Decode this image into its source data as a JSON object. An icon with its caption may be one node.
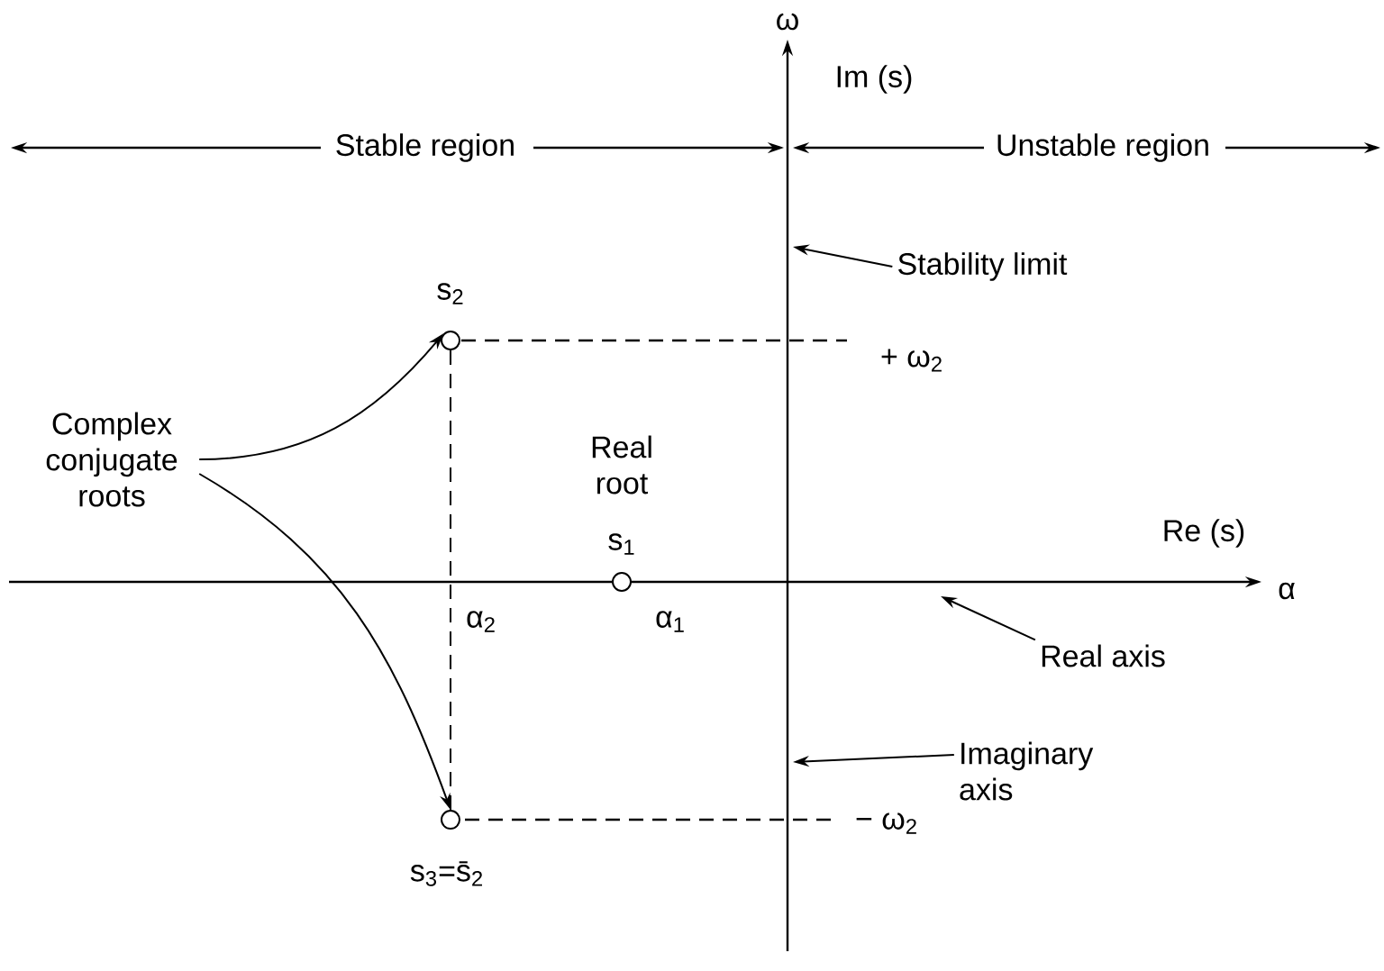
{
  "diagram": {
    "nodes": [
      {
        "text": [
          "Complex conjugate roots"
        ]
      },
      {
        "text": [],
        "shape": "circle",
        "beside": [
          "s$_{2}$"
        ]
      },
      {
        "text": [],
        "shape": "circle",
        "beside": [
          "s$_{3}$=s̄$_{2}$"
        ]
      },
      {
        "text": [],
        "shape": "circle",
        "beside": [
          "Real root",
          "s$_{1}$"
        ]
      },
      {
        "text": [
          "Stability limit"
        ]
      },
      {
        "text": [
          "Real axis"
        ]
      },
      {
        "text": [
          "Imaginary axis"
        ]
      }
    ],
    "edges": [
      {
        "from": 0,
        "to": 1,
        "arrow": "to"
      },
      {
        "from": 0,
        "to": 2,
        "arrow": "to"
      },
      {
        "from": 4,
        "to": null,
        "arrow": "to"
      },
      {
        "from": 5,
        "to": null,
        "arrow": "to"
      },
      {
        "from": 6,
        "to": null,
        "arrow": "to"
      },
      {
        "from": 1,
        "to": 2,
        "arrow": "none",
        "style": "dashed"
      }
    ],
    "labels": [
      "ω",
      "Im (s)",
      "Stable region",
      "Unstable region",
      "+ ω$_{2}$",
      "Re (s)",
      "α",
      "α$_{2}$",
      "α$_{1}$",
      "− ω$_{2}$"
    ]
  }
}
